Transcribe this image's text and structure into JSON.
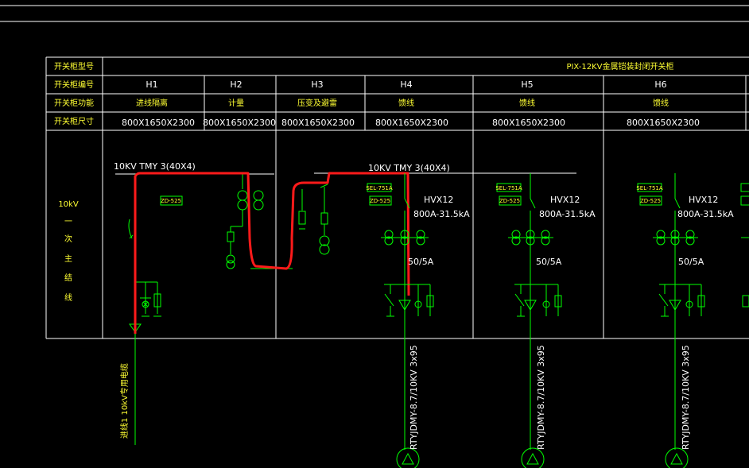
{
  "header": {
    "row_labels": [
      "开关柜型号",
      "开关柜编号",
      "开关柜功能",
      "开关柜尺寸"
    ],
    "title": "PIX-12KV金属铠装封闭开关柜"
  },
  "cabinets": [
    {
      "id": "H1",
      "function": "进线隔离",
      "size": "800X1650X2300"
    },
    {
      "id": "H2",
      "function": "计量",
      "size": "800X1650X2300"
    },
    {
      "id": "H3",
      "function": "压变及避雷",
      "size": "800X1650X2300"
    },
    {
      "id": "H4",
      "function": "馈线",
      "size": "800X1650X2300"
    },
    {
      "id": "H5",
      "function": "馈线",
      "size": "800X1650X2300"
    },
    {
      "id": "H6",
      "function": "馈线",
      "size": "800X1650X2300"
    }
  ],
  "side_label": [
    "10kV",
    "一",
    "次",
    "主",
    "结",
    "线"
  ],
  "bus_labels": {
    "left": "10KV  TMY 3(40X4)",
    "right": "10KV  TMY 3(40X4)"
  },
  "breaker": {
    "model": "HVX12",
    "rating": "800A-31.5kA",
    "ct": "50/5A"
  },
  "tags": {
    "sel": "SEL-751A",
    "zd": "ZD-525"
  },
  "cables": {
    "incoming": "进线1 10kV专用电缆",
    "feeder": "RTYJDMY-8.7/10KV 3x95"
  },
  "colors": {
    "green": "#00ff00",
    "red": "#ff1a1a",
    "yellow": "#ffff33",
    "white": "#ffffff"
  }
}
